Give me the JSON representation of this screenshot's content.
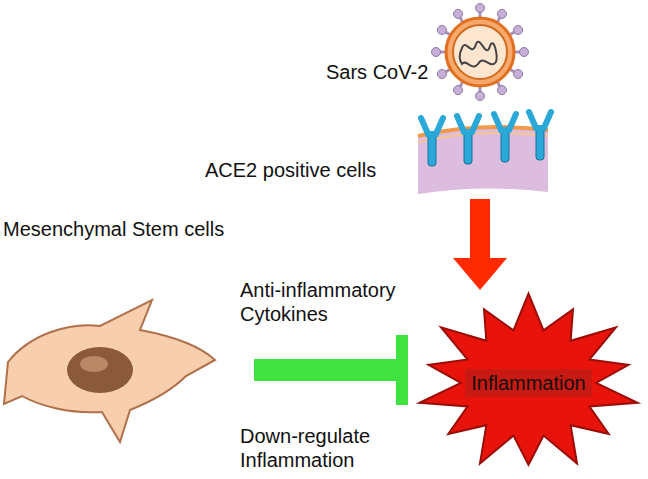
{
  "diagram": {
    "nodes": [
      {
        "text": [
          "Sars CoV-2"
        ]
      },
      {
        "text": [
          "ACE2 positive cells"
        ]
      },
      {
        "text": [
          "Mesenchymal Stem cells"
        ]
      },
      {
        "text": [
          "Inflammation"
        ]
      }
    ],
    "edges": [
      {
        "from": 1,
        "to": 3,
        "arrow": "to"
      },
      {
        "from": 2,
        "to": 3,
        "arrow": "to",
        "label": "Anti-inflammatory Cytokines"
      }
    ],
    "labels": [
      "Down-regulate Inflammation"
    ]
  }
}
